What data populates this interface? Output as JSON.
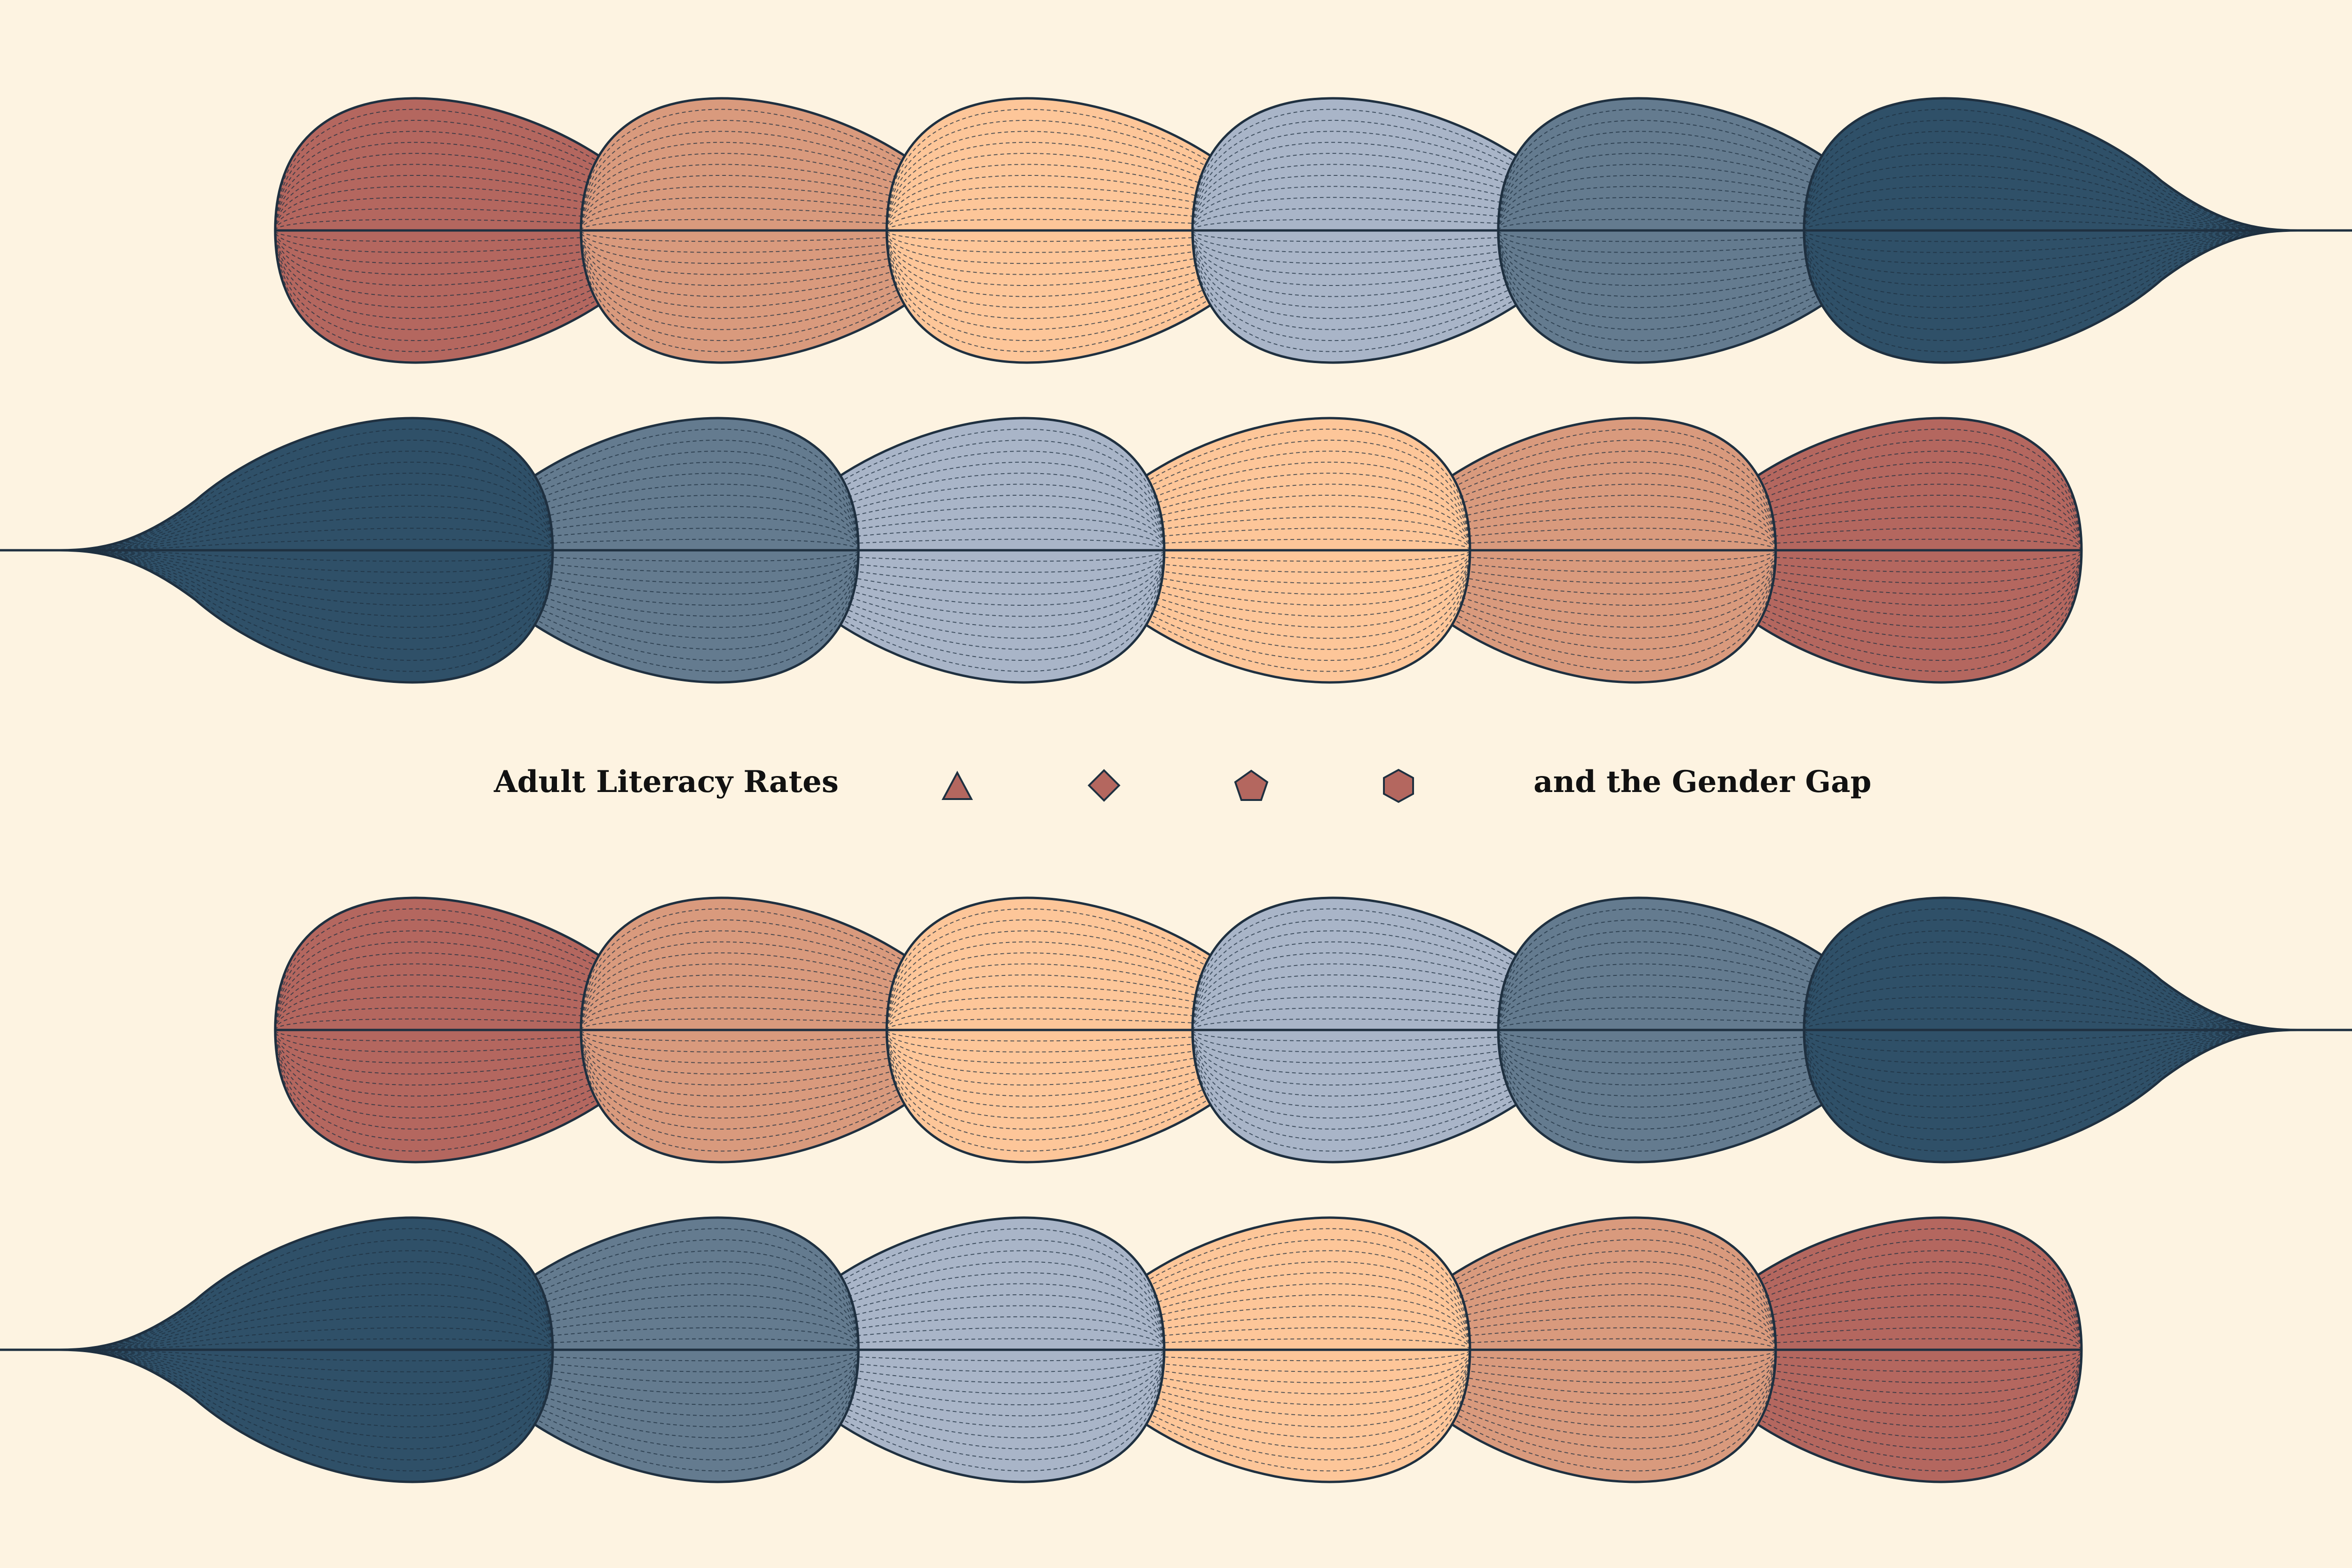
{
  "title": {
    "left": "Adult Literacy Rates",
    "right": "and the Gender Gap"
  },
  "legend_shapes": [
    {
      "name": "triangle-icon"
    },
    {
      "name": "diamond-icon"
    },
    {
      "name": "pentagon-icon"
    },
    {
      "name": "hexagon-icon"
    }
  ],
  "colors": {
    "background": "#fdf3e1",
    "stroke": "#1f3040",
    "palette": [
      "#b4675f",
      "#d99a7d",
      "#fdc699",
      "#a9b5c8",
      "#647b8f",
      "#2f5068"
    ]
  },
  "bands": [
    {
      "name": "band-row-1",
      "direction": "right"
    },
    {
      "name": "band-row-2",
      "direction": "left"
    },
    {
      "name": "band-row-3",
      "direction": "right"
    },
    {
      "name": "band-row-4",
      "direction": "left"
    }
  ]
}
